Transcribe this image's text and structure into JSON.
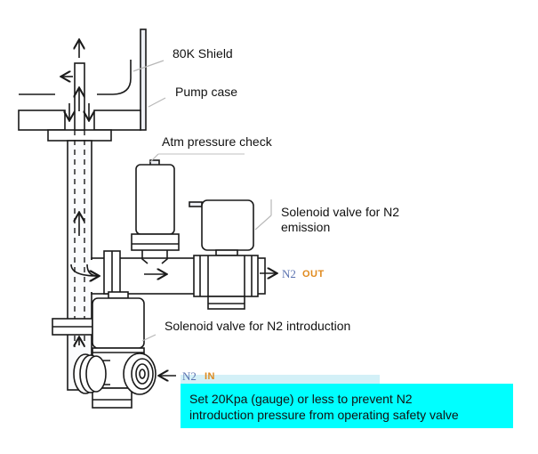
{
  "diagram": {
    "title": "N2 purge circuit with solenoid valves",
    "labels": {
      "shield": "80K Shield",
      "pump_case": "Pump case",
      "atm_check": "Atm pressure check",
      "valve_emission_line1": "Solenoid valve for N2",
      "valve_emission_line2": "emission",
      "valve_introduction": "Solenoid valve for N2 introduction"
    },
    "ports": {
      "out": {
        "gas": "N2",
        "direction": "OUT"
      },
      "in": {
        "gas": "N2",
        "direction": "IN"
      }
    },
    "note": {
      "text": "Set 20Kpa (gauge) or less to prevent N2\nintroduction pressure from operating safety valve",
      "background": "#00ffff"
    },
    "colors": {
      "line": "#1a1a1a",
      "leader": "#b8b8b8",
      "gas_label": "#5a72b0",
      "direction_label": "#e08a1e"
    },
    "icons": [
      "arrow-up-icon",
      "arrow-left-icon",
      "arrow-down-icon",
      "arrow-right-icon",
      "leader-line"
    ]
  }
}
